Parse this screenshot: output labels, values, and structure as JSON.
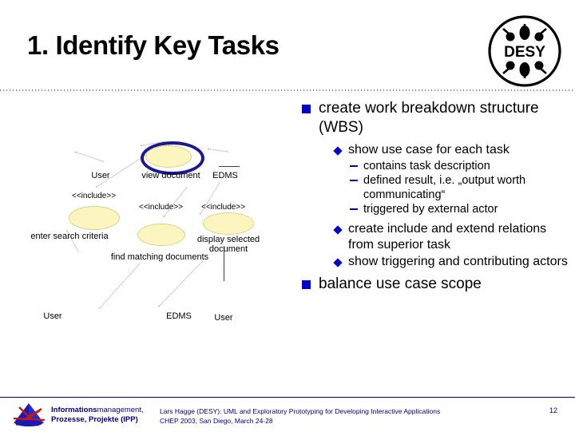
{
  "slide": {
    "title": "1. Identify Key Tasks",
    "page_number": "12"
  },
  "logo": {
    "desy_text": "DESY",
    "desy_name": "desy-logo"
  },
  "bullets": [
    {
      "level": 1,
      "marker": "square",
      "text": "create work breakdown structure (WBS)"
    },
    {
      "level": 2,
      "marker": "diamond",
      "text": "show use case for each task"
    },
    {
      "level": 3,
      "marker": "dash",
      "text": "contains task description"
    },
    {
      "level": 3,
      "marker": "dash",
      "text": "defined result, i.e. „output worth communicating“"
    },
    {
      "level": 3,
      "marker": "dash",
      "text": "triggered by external actor"
    },
    {
      "level": 2,
      "marker": "diamond",
      "text": "create include and extend relations from superior task"
    },
    {
      "level": 2,
      "marker": "diamond",
      "text": "show triggering and contributing actors"
    },
    {
      "level": 1,
      "marker": "square",
      "text": "balance use case scope"
    }
  ],
  "diagram": {
    "type": "uml-use-case",
    "use_cases": [
      {
        "label": "view document",
        "highlighted": true
      },
      {
        "label": "enter search criteria",
        "highlighted": false
      },
      {
        "label": "find matching documents",
        "highlighted": false
      },
      {
        "label": "display selected document",
        "highlighted": false
      }
    ],
    "actors": [
      {
        "label": "User"
      },
      {
        "label": "EDMS"
      },
      {
        "label": "User"
      },
      {
        "label": "EDMS"
      },
      {
        "label": "User"
      }
    ],
    "relations": [
      {
        "stereotype": "<<include>>"
      },
      {
        "stereotype": "<<include>>"
      },
      {
        "stereotype": "<<include>>"
      }
    ],
    "labels": {
      "actor_user_top": "User",
      "actor_edms_top": "EDMS",
      "uc_view_document": "view document",
      "uc_enter_search_criteria": "enter search criteria",
      "uc_find_matching_documents": "find matching documents",
      "uc_display_selected_1": "display selected",
      "uc_display_selected_2": "document",
      "include_1": "<<include>>",
      "include_2": "<<include>>",
      "include_3": "<<include>>",
      "actor_user_bottom_left": "User",
      "actor_edms_bottom": "EDMS",
      "actor_user_bottom_right": "User"
    }
  },
  "footer": {
    "org_bold": "Informations",
    "org_rest": "management,",
    "org_line2_bold": "Prozesse, Projekte (IPP)",
    "citation_line1": "Lars Hagge (DESY): UML and Exploratory Prototyping for Developing Interactive Applications",
    "citation_line2": "CHEP 2003, San Diego, March 24-28"
  },
  "colors": {
    "bullet_blue": "#0000cc",
    "highlight_navy": "#1a1a8c",
    "usecase_fill": "#fcf5c0",
    "footer_navy": "#000080"
  }
}
